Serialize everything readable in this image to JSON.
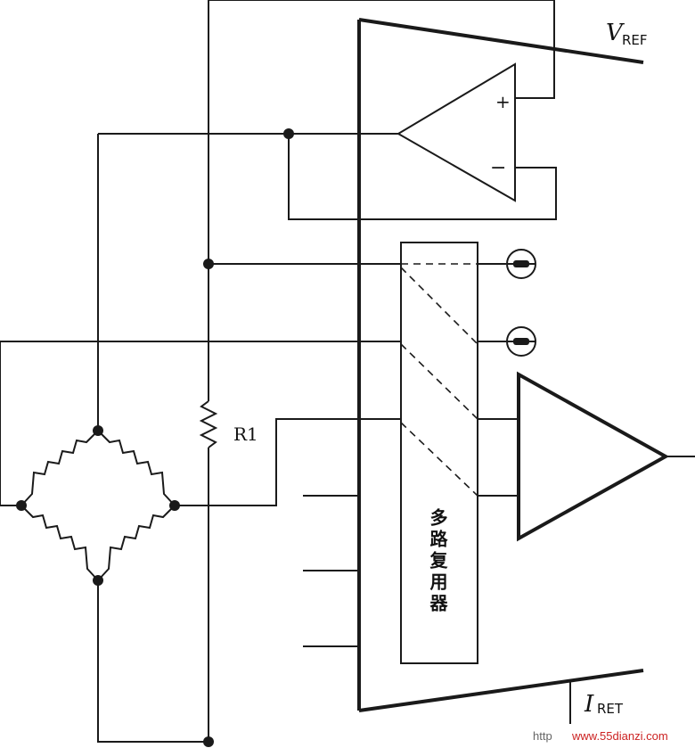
{
  "labels": {
    "vref_main": "V",
    "vref_sub": "REF",
    "iret_main": "I",
    "iret_sub": "RET",
    "r1": "R1",
    "plus": "+",
    "minus": "−",
    "mux": "多路复用器"
  },
  "watermark": {
    "prefix": "http",
    "site": "www.55dianzi.com"
  },
  "colors": {
    "line": "#1a1a1a",
    "watermark": "#cc2222"
  }
}
